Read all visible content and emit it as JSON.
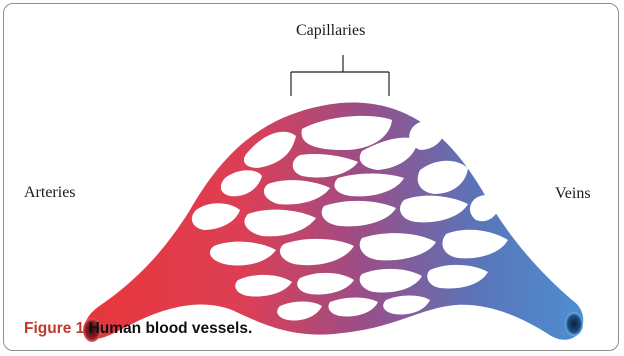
{
  "figure": {
    "labels": {
      "capillaries": "Capillaries",
      "arteries": "Arteries",
      "veins": "Veins"
    },
    "caption": {
      "number": "Figure 1",
      "text": "Human blood vessels."
    },
    "colors": {
      "artery": "#e43a3f",
      "transition": "#9a3f72",
      "vein": "#4a86c8",
      "frame": "#8f8f8f"
    }
  }
}
